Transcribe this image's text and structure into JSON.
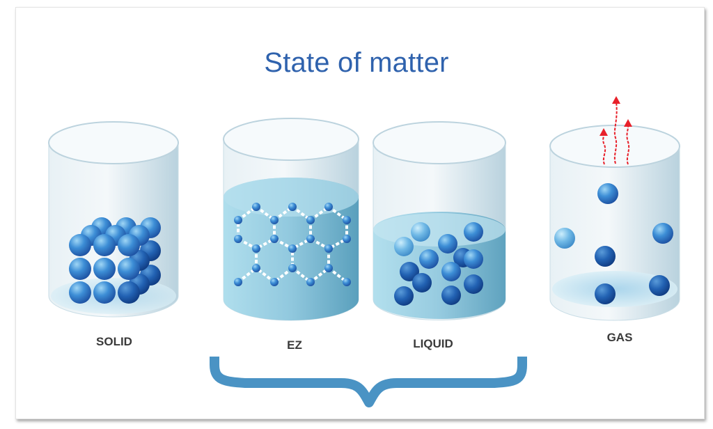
{
  "title": "State of matter",
  "containers": [
    {
      "id": "solid",
      "label": "SOLID"
    },
    {
      "id": "ez",
      "label": "EZ"
    },
    {
      "id": "liquid",
      "label": "LIQUID"
    },
    {
      "id": "gas",
      "label": "GAS"
    }
  ],
  "colors": {
    "title": "#2f62ad",
    "label": "#3a3a3a",
    "bracket": "#4a93c4",
    "arrows": "#e8202a",
    "water": "#8ccbe0",
    "molecule": "#2f7fd0"
  }
}
